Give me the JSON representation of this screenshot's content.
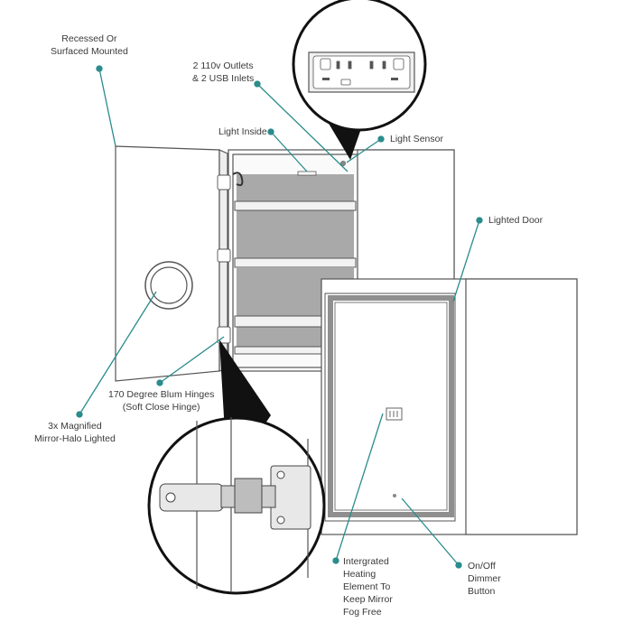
{
  "accent_color": "#2a8c8c",
  "outline_color": "#555555",
  "callouts": {
    "recessed": {
      "lines": [
        "Recessed Or",
        "Surfaced Mounted"
      ]
    },
    "outlets": {
      "lines": [
        "2 110v Outlets",
        "& 2 USB Inlets"
      ]
    },
    "light_inside": {
      "lines": [
        "Light Inside"
      ]
    },
    "light_sensor": {
      "lines": [
        "Light Sensor"
      ]
    },
    "lighted_door": {
      "lines": [
        "Lighted Door"
      ]
    },
    "hinges": {
      "lines": [
        "170 Degree Blum Hinges",
        "(Soft Close Hinge)"
      ]
    },
    "magnified_mirror": {
      "lines": [
        "3x Magnified",
        "Mirror-Halo Lighted"
      ]
    },
    "heating_element": {
      "lines": [
        "Intergrated",
        "Heating",
        "Element To",
        "Keep Mirror",
        "Fog Free"
      ]
    },
    "dimmer_button": {
      "lines": [
        "On/Off",
        "Dimmer",
        "Button"
      ]
    }
  },
  "icons": [
    "outlet-icon",
    "usb-inlet-icon",
    "light-sensor-icon",
    "magnified-mirror-icon",
    "dimmer-button-icon",
    "heating-element-icon",
    "hinge-icon"
  ]
}
